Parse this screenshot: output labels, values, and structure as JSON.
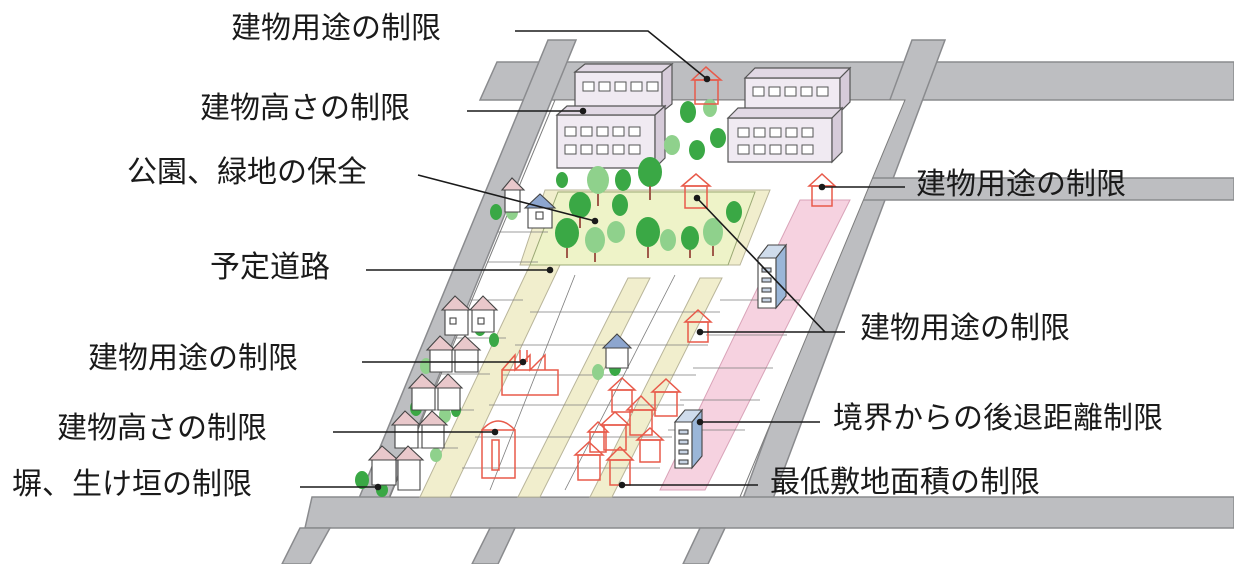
{
  "labels": {
    "use_top": "建物用途の制限",
    "height_top": "建物高さの制限",
    "park": "公園、緑地の保全",
    "road": "予定道路",
    "use_left": "建物用途の制限",
    "height_left": "建物高さの制限",
    "fence": "塀、生け垣の制限",
    "use_right_top": "建物用途の制限",
    "use_right_mid": "建物用途の制限",
    "setback": "境界からの後退距離制限",
    "min_area": "最低敷地面積の制限"
  },
  "colors": {
    "road": "#bdbec1",
    "road_edge": "#8a8b8e",
    "park": "#eef3c8",
    "path": "#f1eecd",
    "pink_strip": "#f6d2e0",
    "tree": "#3aa845",
    "tree_light": "#8fd18c",
    "outline_red": "#e85a4a",
    "building_fill": "#f0eaf2"
  }
}
